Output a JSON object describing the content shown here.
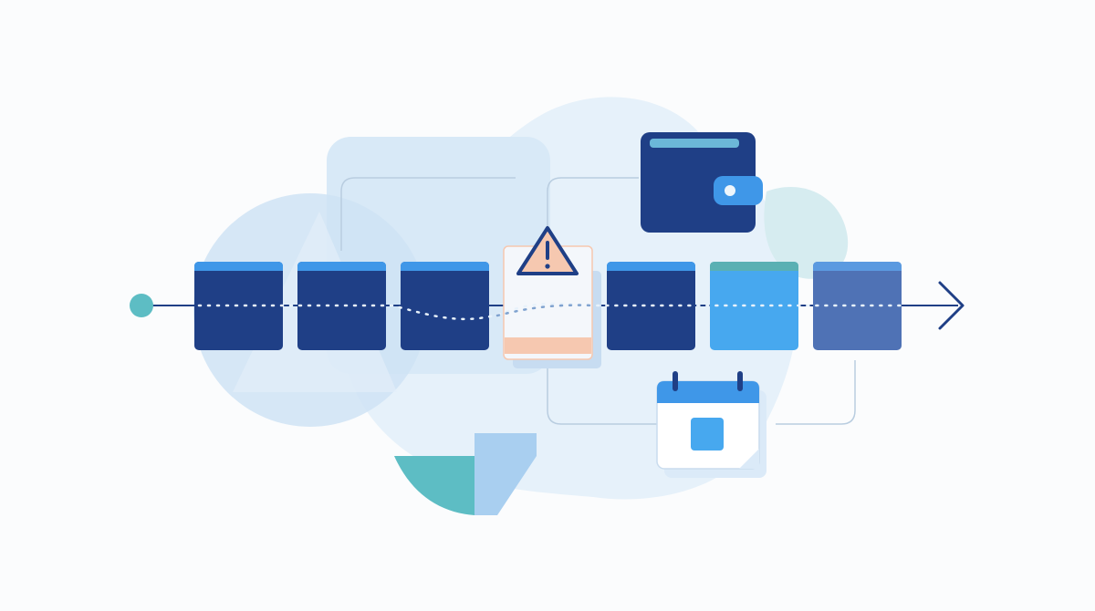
{
  "colors": {
    "background": "#fbfcfd",
    "navy": "#1f3f86",
    "blue_strip": "#3f97e8",
    "sky": "#47a8ef",
    "teal": "#5dbdc4",
    "slate_blue": "#4f72b5",
    "pale_blue": "#dbeaf8",
    "alert_peach": "#f6c8b0",
    "alert_card": "#f4f7fb",
    "connector": "#b9cde0"
  },
  "timeline": {
    "blocks": [
      {
        "kind": "standard",
        "fill": "#1f3f86",
        "strip": "#3f97e8"
      },
      {
        "kind": "standard",
        "fill": "#1f3f86",
        "strip": "#3f97e8"
      },
      {
        "kind": "standard",
        "fill": "#1f3f86",
        "strip": "#3f97e8"
      },
      {
        "kind": "alert",
        "fill": "#f4f7fb",
        "strip": "#f6c8b0"
      },
      {
        "kind": "standard",
        "fill": "#1f3f86",
        "strip": "#3f97e8"
      },
      {
        "kind": "highlight",
        "fill": "#47a8ef",
        "strip": "#5ab0b3"
      },
      {
        "kind": "muted",
        "fill": "#4f72b5",
        "strip": "#5b9ae0"
      }
    ]
  },
  "icons": {
    "start": "start-dot-icon",
    "end": "arrow-right-icon",
    "warning": "warning-triangle-icon",
    "wallet": "wallet-icon",
    "calendar": "calendar-icon",
    "document": "folded-document-icon"
  }
}
